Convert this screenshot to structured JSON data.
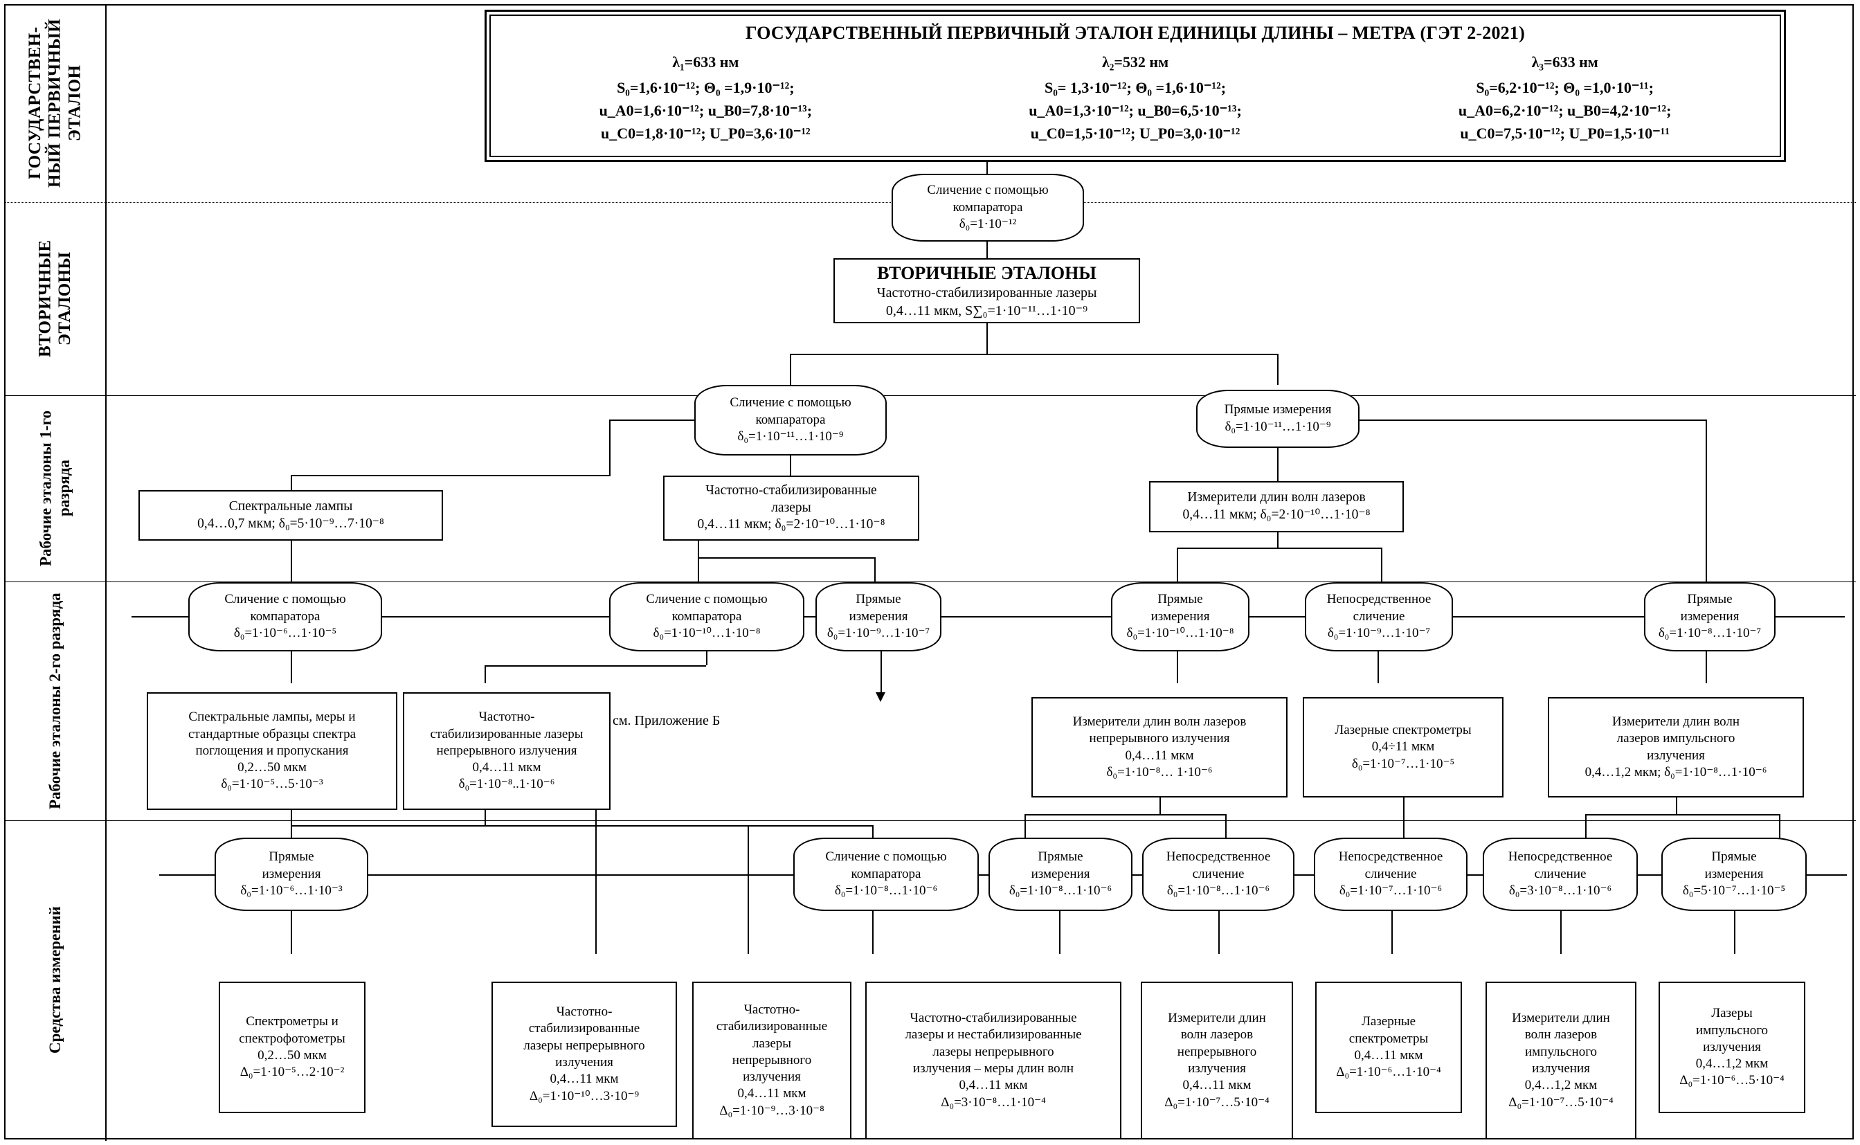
{
  "sidebar": {
    "bands": [
      {
        "label": "ГОСУДАРСТВЕН-НЫЙ ПЕРВИЧНЫЙ ЭТАЛОН"
      },
      {
        "label": "ВТОРИЧНЫЕ ЭТАЛОНЫ"
      },
      {
        "label": "Рабочие эталоны 1-го разряда"
      },
      {
        "label": "Рабочие эталоны 2-го разряда"
      },
      {
        "label": "Средства измерений"
      }
    ]
  },
  "primary": {
    "title": "ГОСУДАРСТВЕННЫЙ ПЕРВИЧНЫЙ ЭТАЛОН ЕДИНИЦЫ ДЛИНЫ – МЕТРА (ГЭТ 2-2021)",
    "columns": [
      {
        "lambda": "λ₁=633 нм",
        "lines": [
          "S₀=1,6·10⁻¹²; Θ₀ =1,9·10⁻¹²;",
          "u_A0=1,6·10⁻¹²; u_B0=7,8·10⁻¹³;",
          "u_C0=1,8·10⁻¹²; U_P0=3,6·10⁻¹²"
        ]
      },
      {
        "lambda": "λ₂=532 нм",
        "lines": [
          "S₀= 1,3·10⁻¹²; Θ₀ =1,6·10⁻¹²;",
          "u_A0=1,3·10⁻¹²; u_B0=6,5·10⁻¹³;",
          "u_C0=1,5·10⁻¹²; U_P0=3,0·10⁻¹²"
        ]
      },
      {
        "lambda": "λ₃=633 нм",
        "lines": [
          "S₀=6,2·10⁻¹²; Θ₀ =1,0·10⁻¹¹;",
          "u_A0=6,2·10⁻¹²; u_B0=4,2·10⁻¹²;",
          "u_C0=7,5·10⁻¹²; U_P0=1,5·10⁻¹¹"
        ]
      }
    ]
  },
  "nodes": {
    "o_primary_comp": {
      "l1": "Сличение с помощью",
      "l2": "компаратора",
      "l3": "δ₀=1·10⁻¹²"
    },
    "b_secondary": {
      "t": "ВТОРИЧНЫЕ ЭТАЛОНЫ",
      "l2": "Частотно-стабилизированные лазеры",
      "l3": "0,4…11 мкм, S∑₀=1·10⁻¹¹…1·10⁻⁹"
    },
    "o_sec_comp": {
      "l1": "Сличение с помощью",
      "l2": "компаратора",
      "l3": "δ₀=1·10⁻¹¹…1·10⁻⁹"
    },
    "o_sec_direct": {
      "l1": "Прямые измерения",
      "l2": "δ₀=1·10⁻¹¹…1·10⁻⁹"
    },
    "b_spec_lamps": {
      "l1": "Спектральные лампы",
      "l2": "0,4…0,7 мкм; δ₀=5·10⁻⁹…7·10⁻⁸"
    },
    "b_fsl_1": {
      "l1": "Частотно-стабилизированные",
      "l2": "лазеры",
      "l3": "0,4…11 мкм; δ₀=2·10⁻¹⁰…1·10⁻⁸"
    },
    "b_wm_1": {
      "l1": "Измерители длин волн лазеров",
      "l2": "0,4…11 мкм; δ₀=2·10⁻¹⁰…1·10⁻⁸"
    },
    "o_r1_comp_a": {
      "l1": "Сличение с помощью",
      "l2": "компаратора",
      "l3": "δ₀=1·10⁻⁶…1·10⁻⁵"
    },
    "o_r1_comp_b": {
      "l1": "Сличение с помощью",
      "l2": "компаратора",
      "l3": "δ₀=1·10⁻¹⁰…1·10⁻⁸"
    },
    "o_r1_direct_a": {
      "l1": "Прямые",
      "l2": "измерения",
      "l3": "δ₀=1·10⁻⁹…1·10⁻⁷"
    },
    "o_r1_direct_b": {
      "l1": "Прямые",
      "l2": "измерения",
      "l3": "δ₀=1·10⁻¹⁰…1·10⁻⁸"
    },
    "o_r1_nepo": {
      "l1": "Непосредственное",
      "l2": "сличение",
      "l3": "δ₀=1·10⁻⁹…1·10⁻⁷"
    },
    "o_r1_direct_c": {
      "l1": "Прямые",
      "l2": "измерения",
      "l3": "δ₀=1·10⁻⁸…1·10⁻⁷"
    },
    "b_lamps_2": {
      "l1": "Спектральные лампы, меры и",
      "l2": "стандартные образцы спектра",
      "l3": "поглощения и пропускания",
      "l4": "0,2…50 мкм",
      "l5": "δ₀=1·10⁻⁵…5·10⁻³"
    },
    "b_fsl_2": {
      "l1": "Частотно-",
      "l2": "стабилизированные лазеры",
      "l3": "непрерывного излучения",
      "l4": "0,4…11 мкм",
      "l5": "δ₀=1·10⁻⁸..1·10⁻⁶"
    },
    "b_wm_cw_2": {
      "l1": "Измерители длин волн лазеров",
      "l2": "непрерывного излучения",
      "l3": "0,4…11 мкм",
      "l4": "δ₀=1·10⁻⁸… 1·10⁻⁶"
    },
    "b_lspec_2": {
      "l1": "Лазерные спектрометры",
      "l2": "0,4÷11 мкм",
      "l3": "δ₀=1·10⁻⁷…1·10⁻⁵"
    },
    "b_wm_pulse_2": {
      "l1": "Измерители длин волн",
      "l2": "лазеров импульсного",
      "l3": "излучения",
      "l4": "0,4…1,2 мкм; δ₀=1·10⁻⁸…1·10⁻⁶"
    },
    "o_r2_direct_a": {
      "l1": "Прямые",
      "l2": "измерения",
      "l3": "δ₀=1·10⁻⁶…1·10⁻³"
    },
    "o_r2_comp": {
      "l1": "Сличение с помощью",
      "l2": "компаратора",
      "l3": "δ₀=1·10⁻⁸…1·10⁻⁶"
    },
    "o_r2_direct_b": {
      "l1": "Прямые",
      "l2": "измерения",
      "l3": "δ₀=1·10⁻⁸…1·10⁻⁶"
    },
    "o_r2_nepo_a": {
      "l1": "Непосредственное",
      "l2": "сличение",
      "l3": "δ₀=1·10⁻⁸…1·10⁻⁶"
    },
    "o_r2_nepo_b": {
      "l1": "Непосредственное",
      "l2": "сличение",
      "l3": "δ₀=1·10⁻⁷…1·10⁻⁶"
    },
    "o_r2_nepo_c": {
      "l1": "Непосредственное",
      "l2": "сличение",
      "l3": "δ₀=3·10⁻⁸…1·10⁻⁶"
    },
    "o_r2_direct_c": {
      "l1": "Прямые",
      "l2": "измерения",
      "l3": "δ₀=5·10⁻⁷…1·10⁻⁵"
    },
    "b_si_spectro": {
      "l1": "Спектрометры и",
      "l2": "спектрофотометры",
      "l3": "0,2…50 мкм",
      "l4": "Δ₀=1·10⁻⁵…2·10⁻²"
    },
    "b_si_fsl_a": {
      "l1": "Частотно-",
      "l2": "стабилизированные",
      "l3": "лазеры непрерывного",
      "l4": "излучения",
      "l5": "0,4…11 мкм",
      "l6": "Δ₀=1·10⁻¹⁰…3·10⁻⁹"
    },
    "b_si_fsl_b": {
      "l1": "Частотно-",
      "l2": "стабилизированные",
      "l3": "лазеры",
      "l4": "непрерывного",
      "l5": "излучения",
      "l6": "0,4…11 мкм",
      "l7": "Δ₀=1·10⁻⁹…3·10⁻⁸"
    },
    "b_si_fsl_meas": {
      "l1": "Частотно-стабилизированные",
      "l2": "лазеры и нестабилизированные",
      "l3": "лазеры непрерывного",
      "l4": "излучения – меры длин волн",
      "l5": "0,4…11 мкм",
      "l6": "Δ₀=3·10⁻⁸…1·10⁻⁴"
    },
    "b_si_wm_cw": {
      "l1": "Измерители длин",
      "l2": "волн лазеров",
      "l3": "непрерывного",
      "l4": "излучения",
      "l5": "0,4…11 мкм",
      "l6": "Δ₀=1·10⁻⁷…5·10⁻⁴"
    },
    "b_si_lspec": {
      "l1": "Лазерные",
      "l2": "спектрометры",
      "l3": "0,4…11 мкм",
      "l4": "Δ₀=1·10⁻⁶…1·10⁻⁴"
    },
    "b_si_wm_pulse": {
      "l1": "Измерители длин",
      "l2": "волн лазеров",
      "l3": "импульсного",
      "l4": "излучения",
      "l5": "0,4…1,2 мкм",
      "l6": "Δ₀=1·10⁻⁷…5·10⁻⁴"
    },
    "b_si_pulse_laser": {
      "l1": "Лазеры",
      "l2": "импульсного",
      "l3": "излучения",
      "l4": "0,4…1,2 мкм",
      "l5": "Δ₀=1·10⁻⁶…5·10⁻⁴"
    }
  },
  "annotations": {
    "appendix_note": "см. Приложение Б"
  }
}
